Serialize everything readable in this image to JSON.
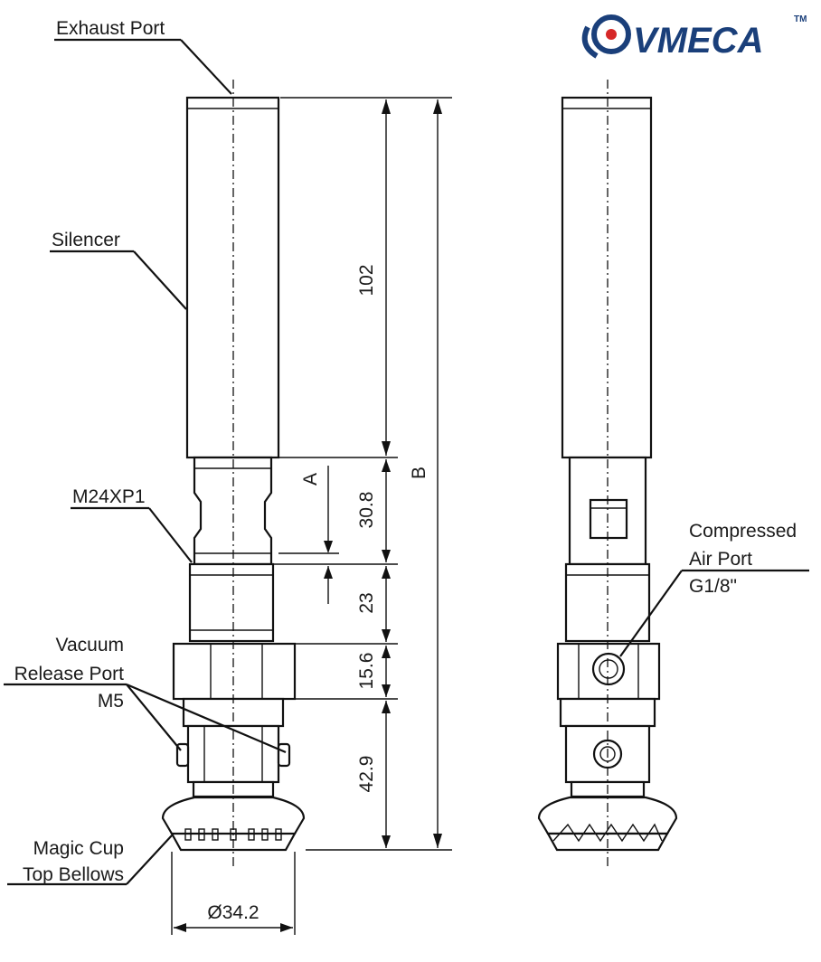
{
  "brand": {
    "name": "VMECA",
    "trademark": "TM",
    "color": "#1a3f7a",
    "accent": "#d62828"
  },
  "labels": {
    "exhaust_port": "Exhaust Port",
    "silencer": "Silencer",
    "thread": "M24XP1",
    "vacuum_release_line1": "Vacuum",
    "vacuum_release_line2": "Release Port",
    "vacuum_release_line3": "M5",
    "magic_cup_line1": "Magic Cup",
    "magic_cup_line2": "Top Bellows",
    "compressed_air_line1": "Compressed",
    "compressed_air_line2": "Air Port",
    "compressed_air_line3": "G1/8\""
  },
  "dimensions": {
    "silencer_length": "102",
    "section_a_length": "30.8",
    "nut_length": "23",
    "hex_length": "15.6",
    "body_length": "42.9",
    "overall": "B",
    "section_marker": "A",
    "cup_diameter": "Ø34.2"
  }
}
